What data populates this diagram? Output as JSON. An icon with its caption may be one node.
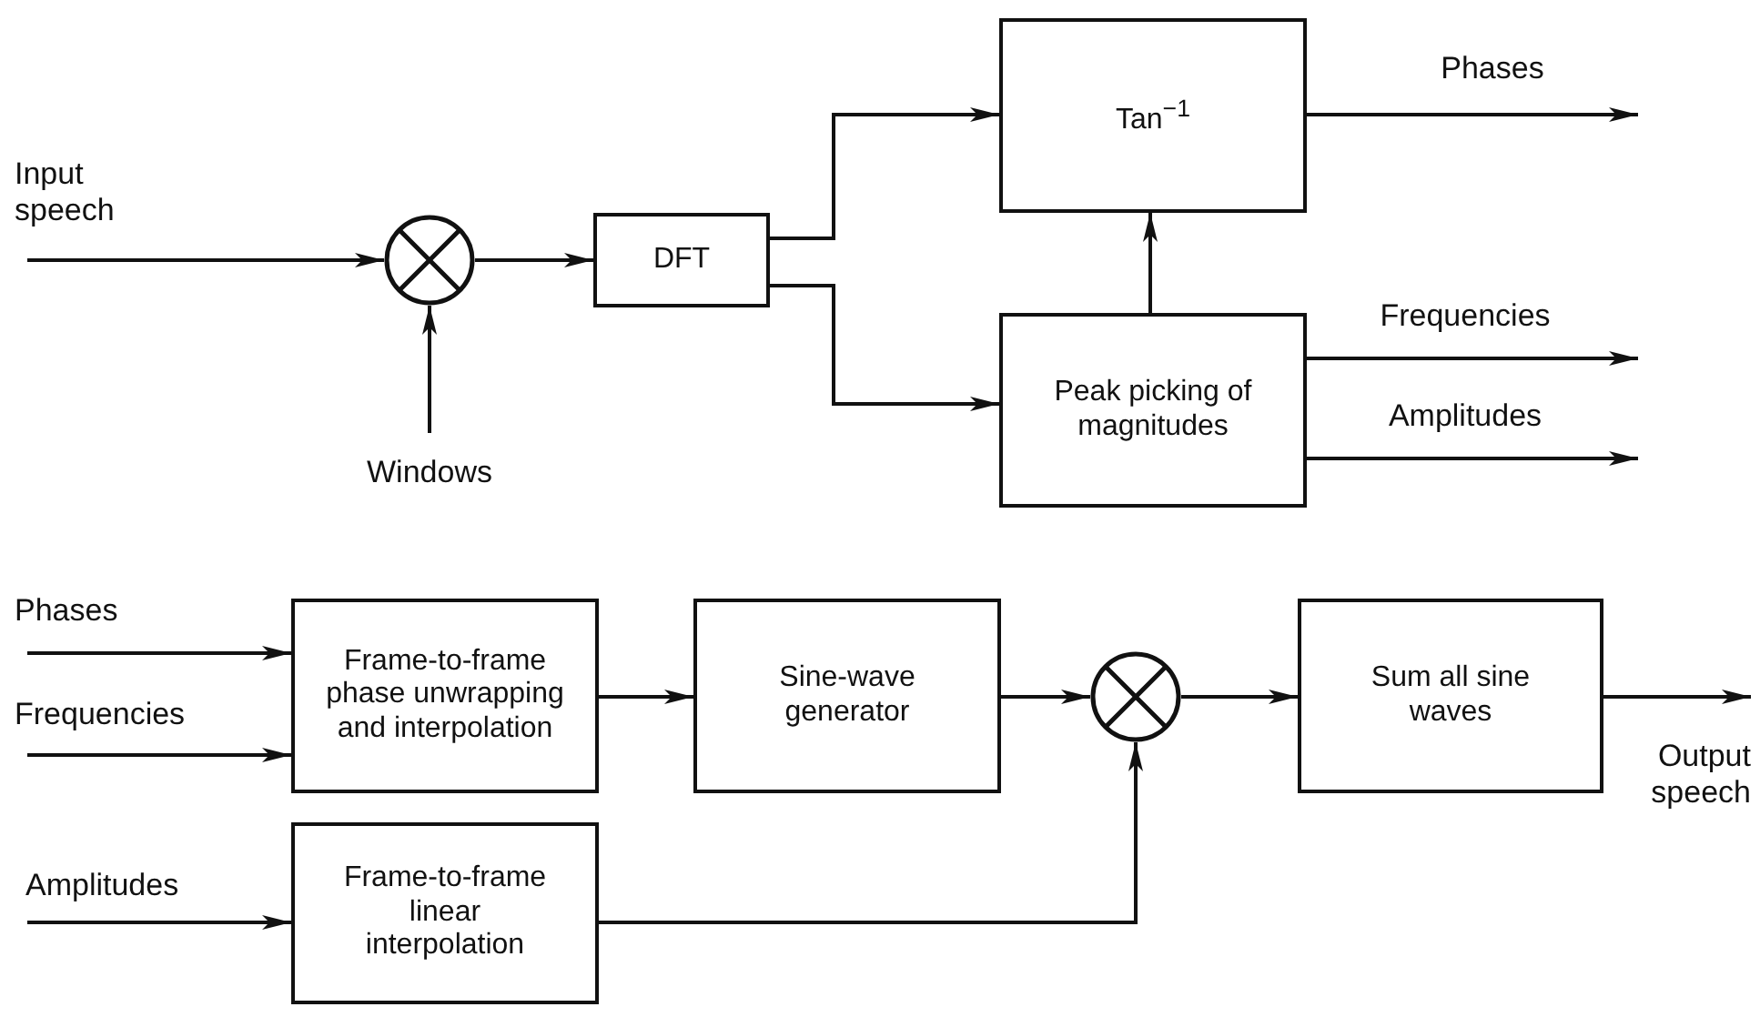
{
  "diagram": {
    "nodes": [
      {
        "text": [],
        "shape": "circle"
      },
      {
        "text": [
          "DFT"
        ]
      },
      {
        "text": [
          "Tan$^{−1}$"
        ]
      },
      {
        "text": [
          "Peak picking of magnitudes"
        ]
      },
      {
        "text": [
          "Frame-to-frame phase unwrapping and interpolation"
        ]
      },
      {
        "text": [
          "Sine-wave generator"
        ]
      },
      {
        "text": [],
        "shape": "circle"
      },
      {
        "text": [
          "Sum all sine waves"
        ]
      },
      {
        "text": [
          "Frame-to-frame linear interpolation"
        ]
      }
    ],
    "edges": [
      {
        "from": null,
        "to": 0,
        "arrow": "to",
        "label": "Input speech"
      },
      {
        "from": null,
        "to": 0,
        "arrow": "to",
        "label": "Windows"
      },
      {
        "from": 0,
        "to": 1,
        "arrow": "to"
      },
      {
        "from": 1,
        "to": 2,
        "arrow": "to"
      },
      {
        "from": 1,
        "to": 3,
        "arrow": "to"
      },
      {
        "from": 3,
        "to": 2,
        "arrow": "to"
      },
      {
        "from": 2,
        "to": null,
        "arrow": "to",
        "label": "Phases"
      },
      {
        "from": 3,
        "to": null,
        "arrow": "to",
        "label": "Frequencies"
      },
      {
        "from": 3,
        "to": null,
        "arrow": "to",
        "label": "Amplitudes"
      },
      {
        "from": null,
        "to": 4,
        "arrow": "to",
        "label": "Phases"
      },
      {
        "from": null,
        "to": 4,
        "arrow": "to",
        "label": "Frequencies"
      },
      {
        "from": 4,
        "to": 5,
        "arrow": "to"
      },
      {
        "from": 5,
        "to": 6,
        "arrow": "to"
      },
      {
        "from": 6,
        "to": 7,
        "arrow": "to"
      },
      {
        "from": 7,
        "to": null,
        "arrow": "to",
        "label": "Output speech"
      },
      {
        "from": null,
        "to": 8,
        "arrow": "to",
        "label": "Amplitudes"
      },
      {
        "from": 8,
        "to": 6,
        "arrow": "to"
      }
    ]
  }
}
